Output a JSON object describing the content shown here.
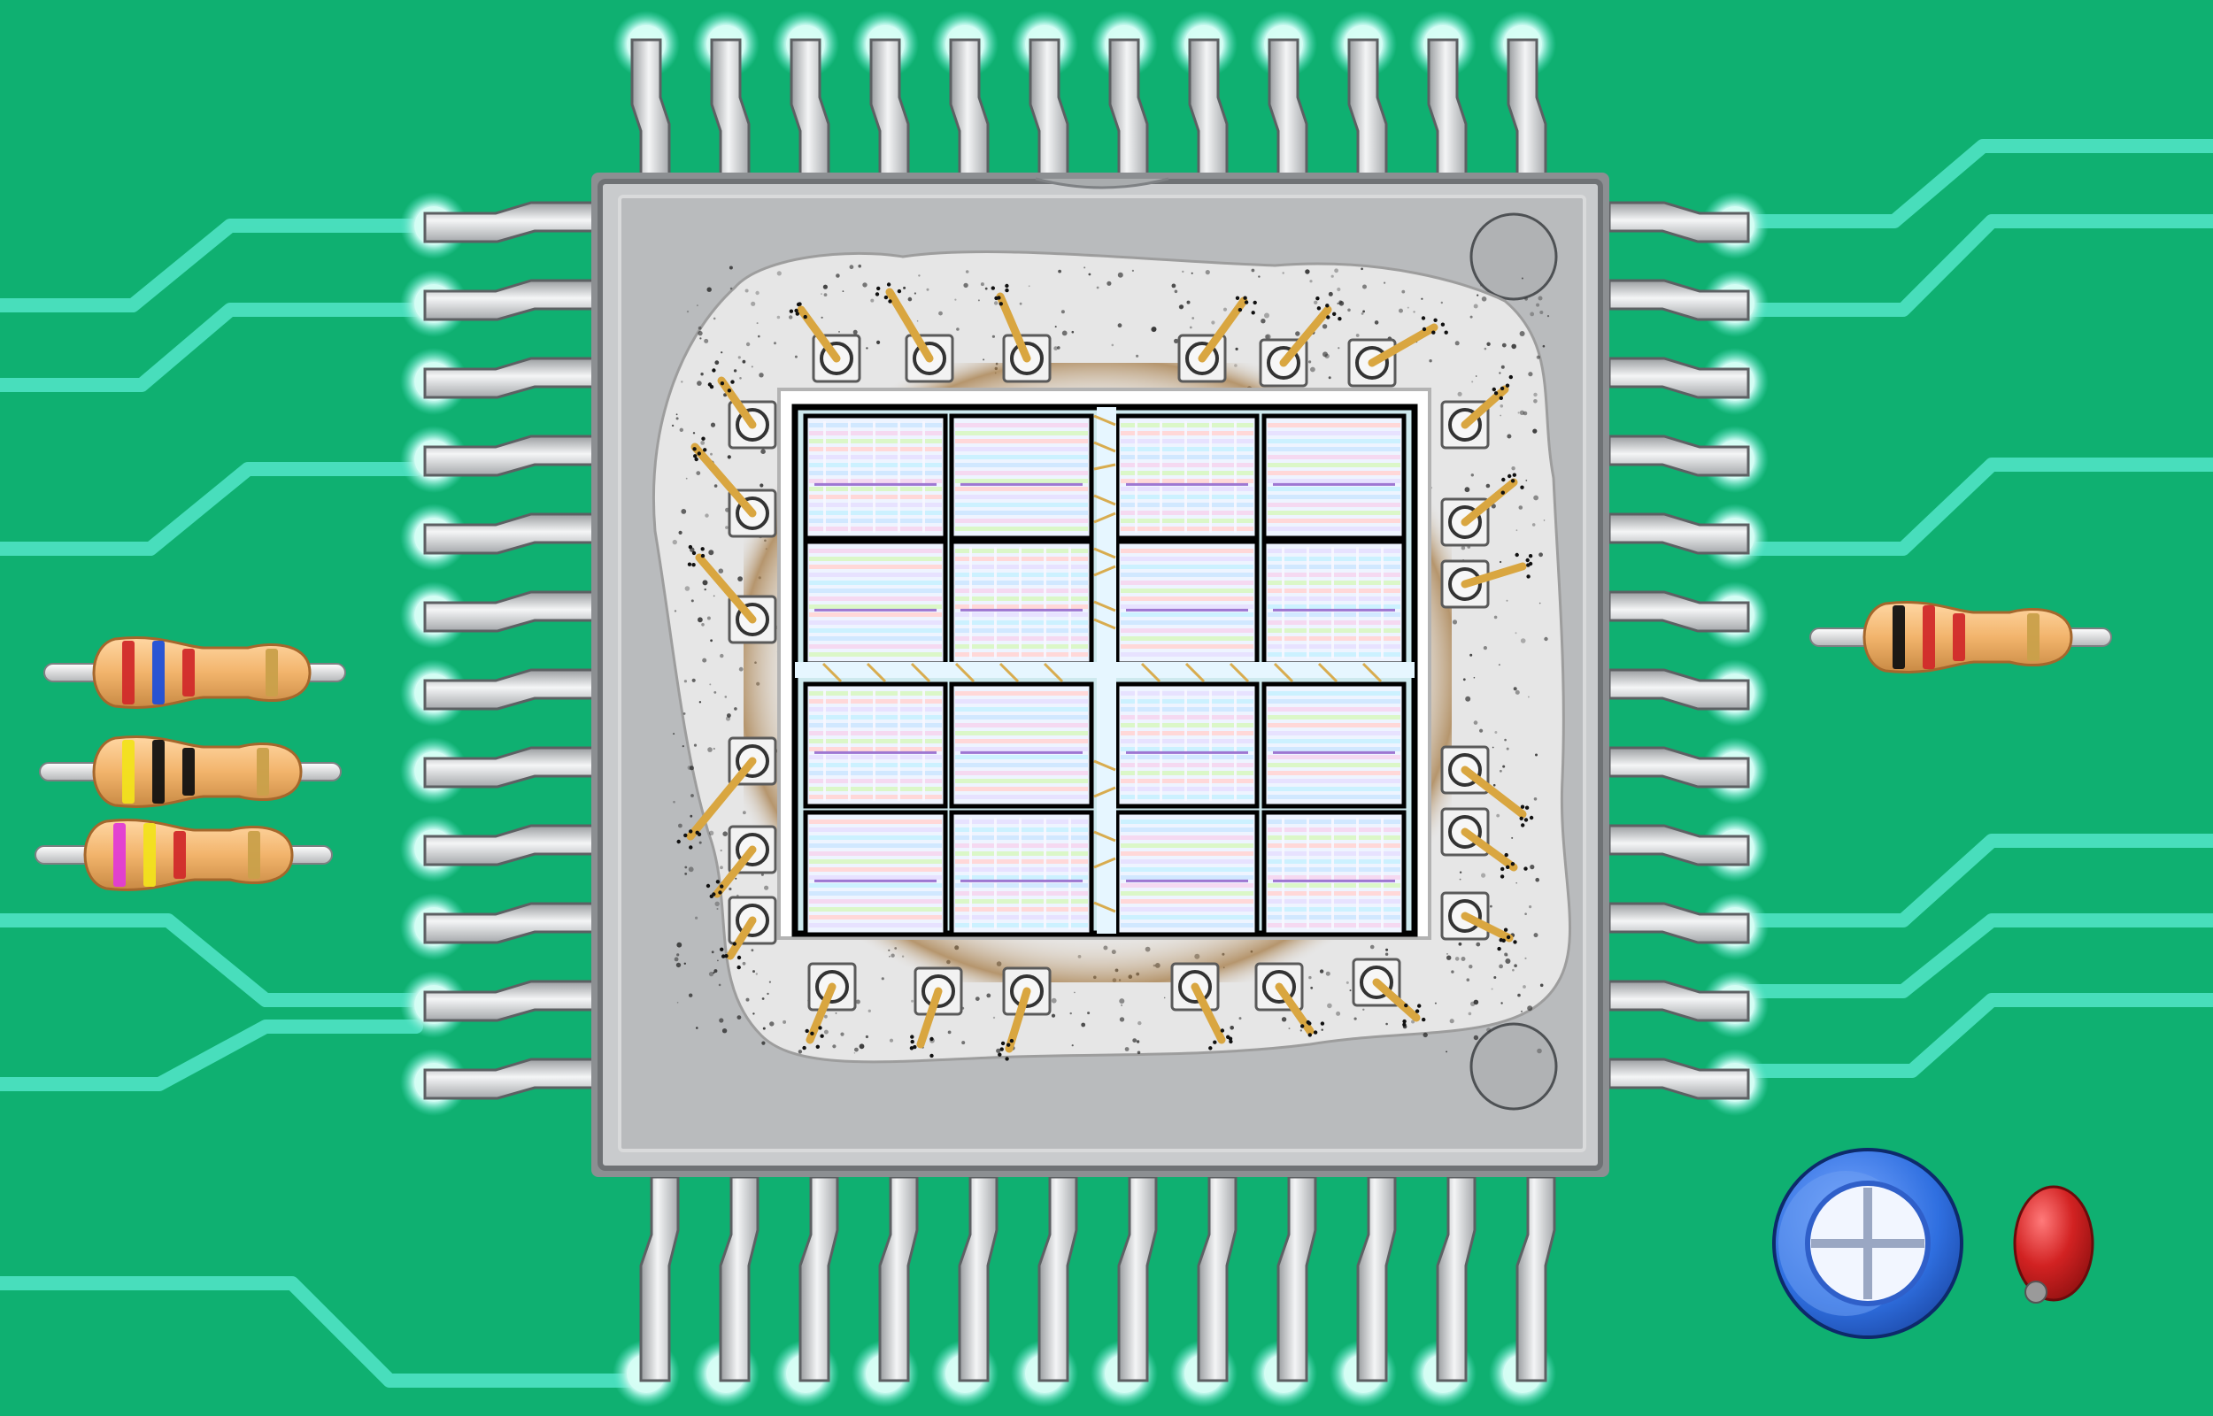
{
  "scene": {
    "subject": "pcb-microchip-illustration",
    "colors": {
      "board": "#0fb071",
      "trace": "#4fe3c4",
      "trace_glow": "#a8f3e6",
      "pad": "#d9fff6",
      "chip_body": "#b9bbbd",
      "chip_frame": "#8c8f92",
      "pin": "#e8e9ea",
      "pin_shadow": "#7e8184",
      "die_substrate": "#e4e4e4",
      "die_grid": "#0a0a0a",
      "bond_wire": "#d9a640",
      "resistor_body": "#f2b46c",
      "capacitor": "#2f6fe0",
      "led": "#cc1f1f"
    },
    "components": {
      "chip_pins_per_side": 12,
      "die_blocks": 16,
      "bond_pads": 24,
      "resistors": [
        {
          "name": "resistor-left-1",
          "bands": [
            "#d12a2a",
            "#1f4fd8",
            "#d12a2a",
            "#c9a04a"
          ]
        },
        {
          "name": "resistor-left-2",
          "bands": [
            "#f2e21c",
            "#111111",
            "#111111",
            "#c9a04a"
          ]
        },
        {
          "name": "resistor-left-3",
          "bands": [
            "#e23bd4",
            "#f2e21c",
            "#d12a2a",
            "#c9a04a"
          ]
        },
        {
          "name": "resistor-right",
          "bands": [
            "#111111",
            "#d12a2a",
            "#d12a2a",
            "#c9a04a"
          ]
        }
      ]
    }
  }
}
